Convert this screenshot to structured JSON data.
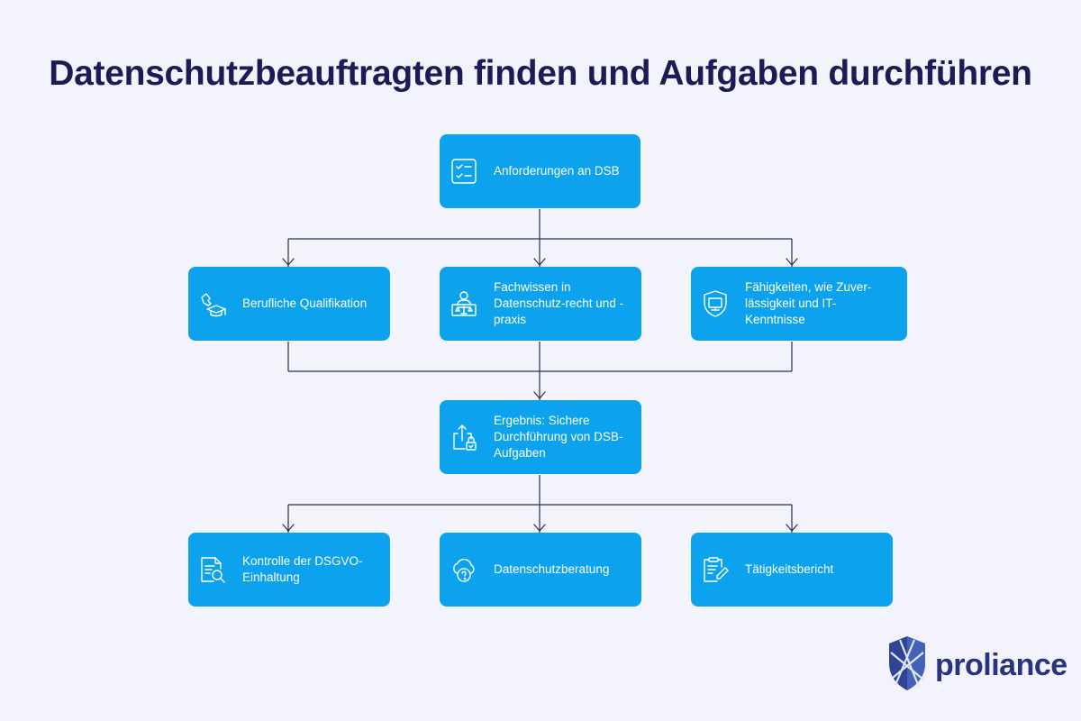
{
  "title": "Datenschutzbeauftragten finden und Aufgaben durchführen",
  "nodes": {
    "top": {
      "label": "Anforderungen an DSB",
      "icon": "checklist-icon"
    },
    "qualification": {
      "label": "Berufliche Qualifikation",
      "icon": "graduation-cap-icon"
    },
    "expertise": {
      "label": "Fachwissen in Datenschutz-recht und -praxis",
      "icon": "person-with-scales-icon"
    },
    "skills": {
      "label": "Fähigkeiten, wie Zuver-lässigkeit und IT-Kenntnisse",
      "icon": "monitor-shield-icon"
    },
    "result": {
      "label": "Ergebnis: Sichere Durchführung von DSB-Aufgaben",
      "icon": "upload-lock-icon"
    },
    "control": {
      "label": "Kontrolle der DSGVO-Einhaltung",
      "icon": "document-search-icon"
    },
    "advice": {
      "label": "Datenschutzberatung",
      "icon": "cloud-question-icon"
    },
    "report": {
      "label": "Tätigkeitsbericht",
      "icon": "clipboard-pen-icon"
    }
  },
  "logo": {
    "text": "proliance",
    "icon": "shield-logo-icon"
  },
  "colors": {
    "background": "#f3f4fb",
    "node": "#0ca2ee",
    "title": "#1d1b57",
    "connector": "#2d2a55",
    "logo": "#29337e"
  }
}
